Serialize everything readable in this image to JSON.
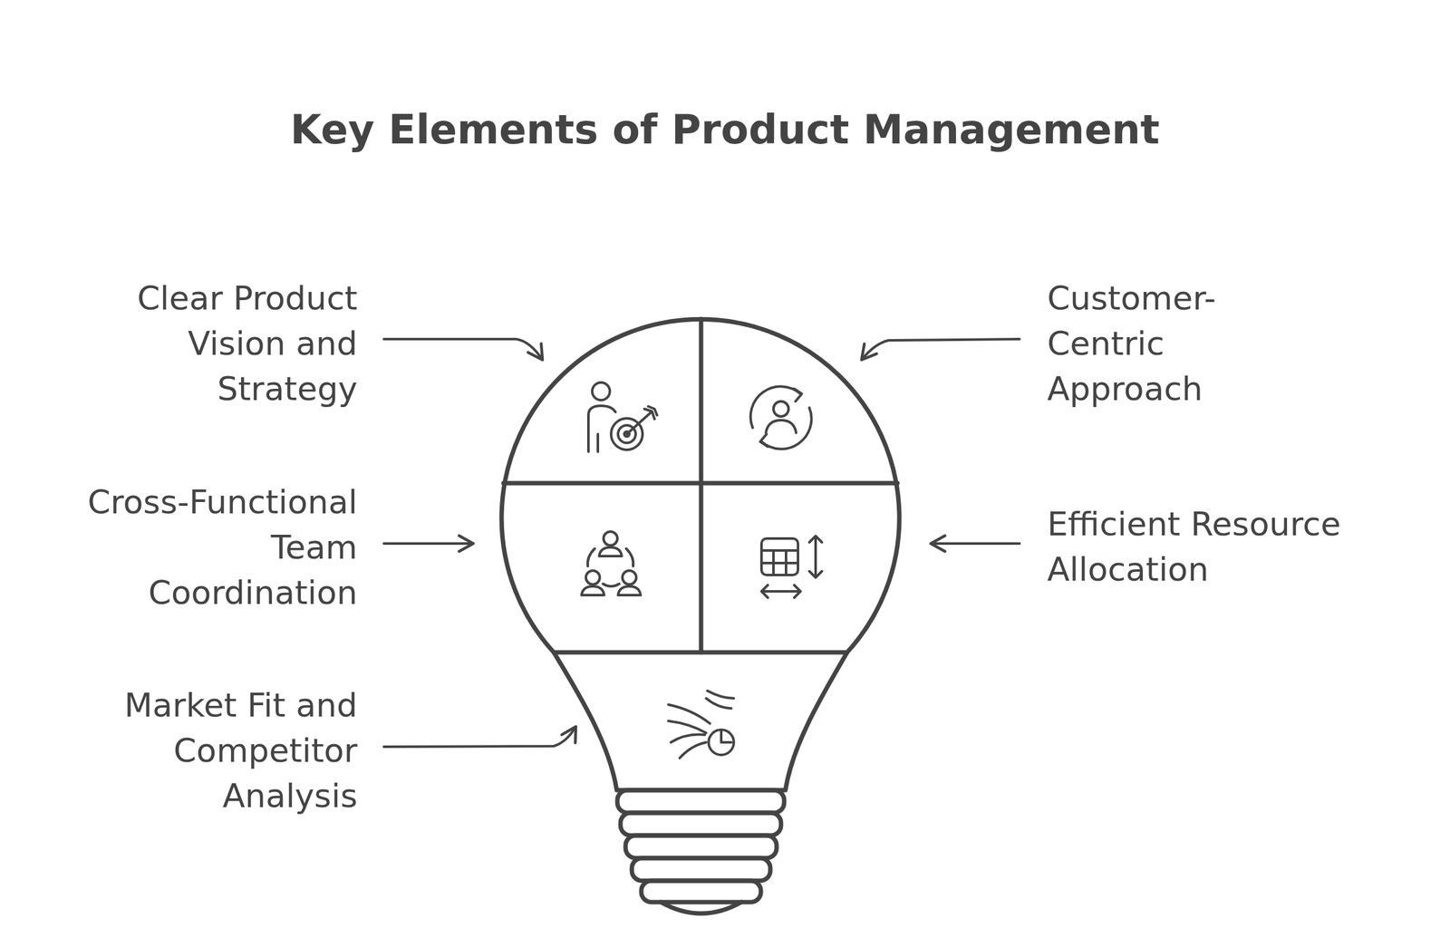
{
  "diagram": {
    "title": "Key Elements of Product Management",
    "labels": [
      "Clear Product Vision and Strategy",
      "Customer-Centric Approach",
      "Cross-Functional Team Coordination",
      "Efficient Resource Allocation",
      "Market Fit and Competitor Analysis"
    ]
  }
}
